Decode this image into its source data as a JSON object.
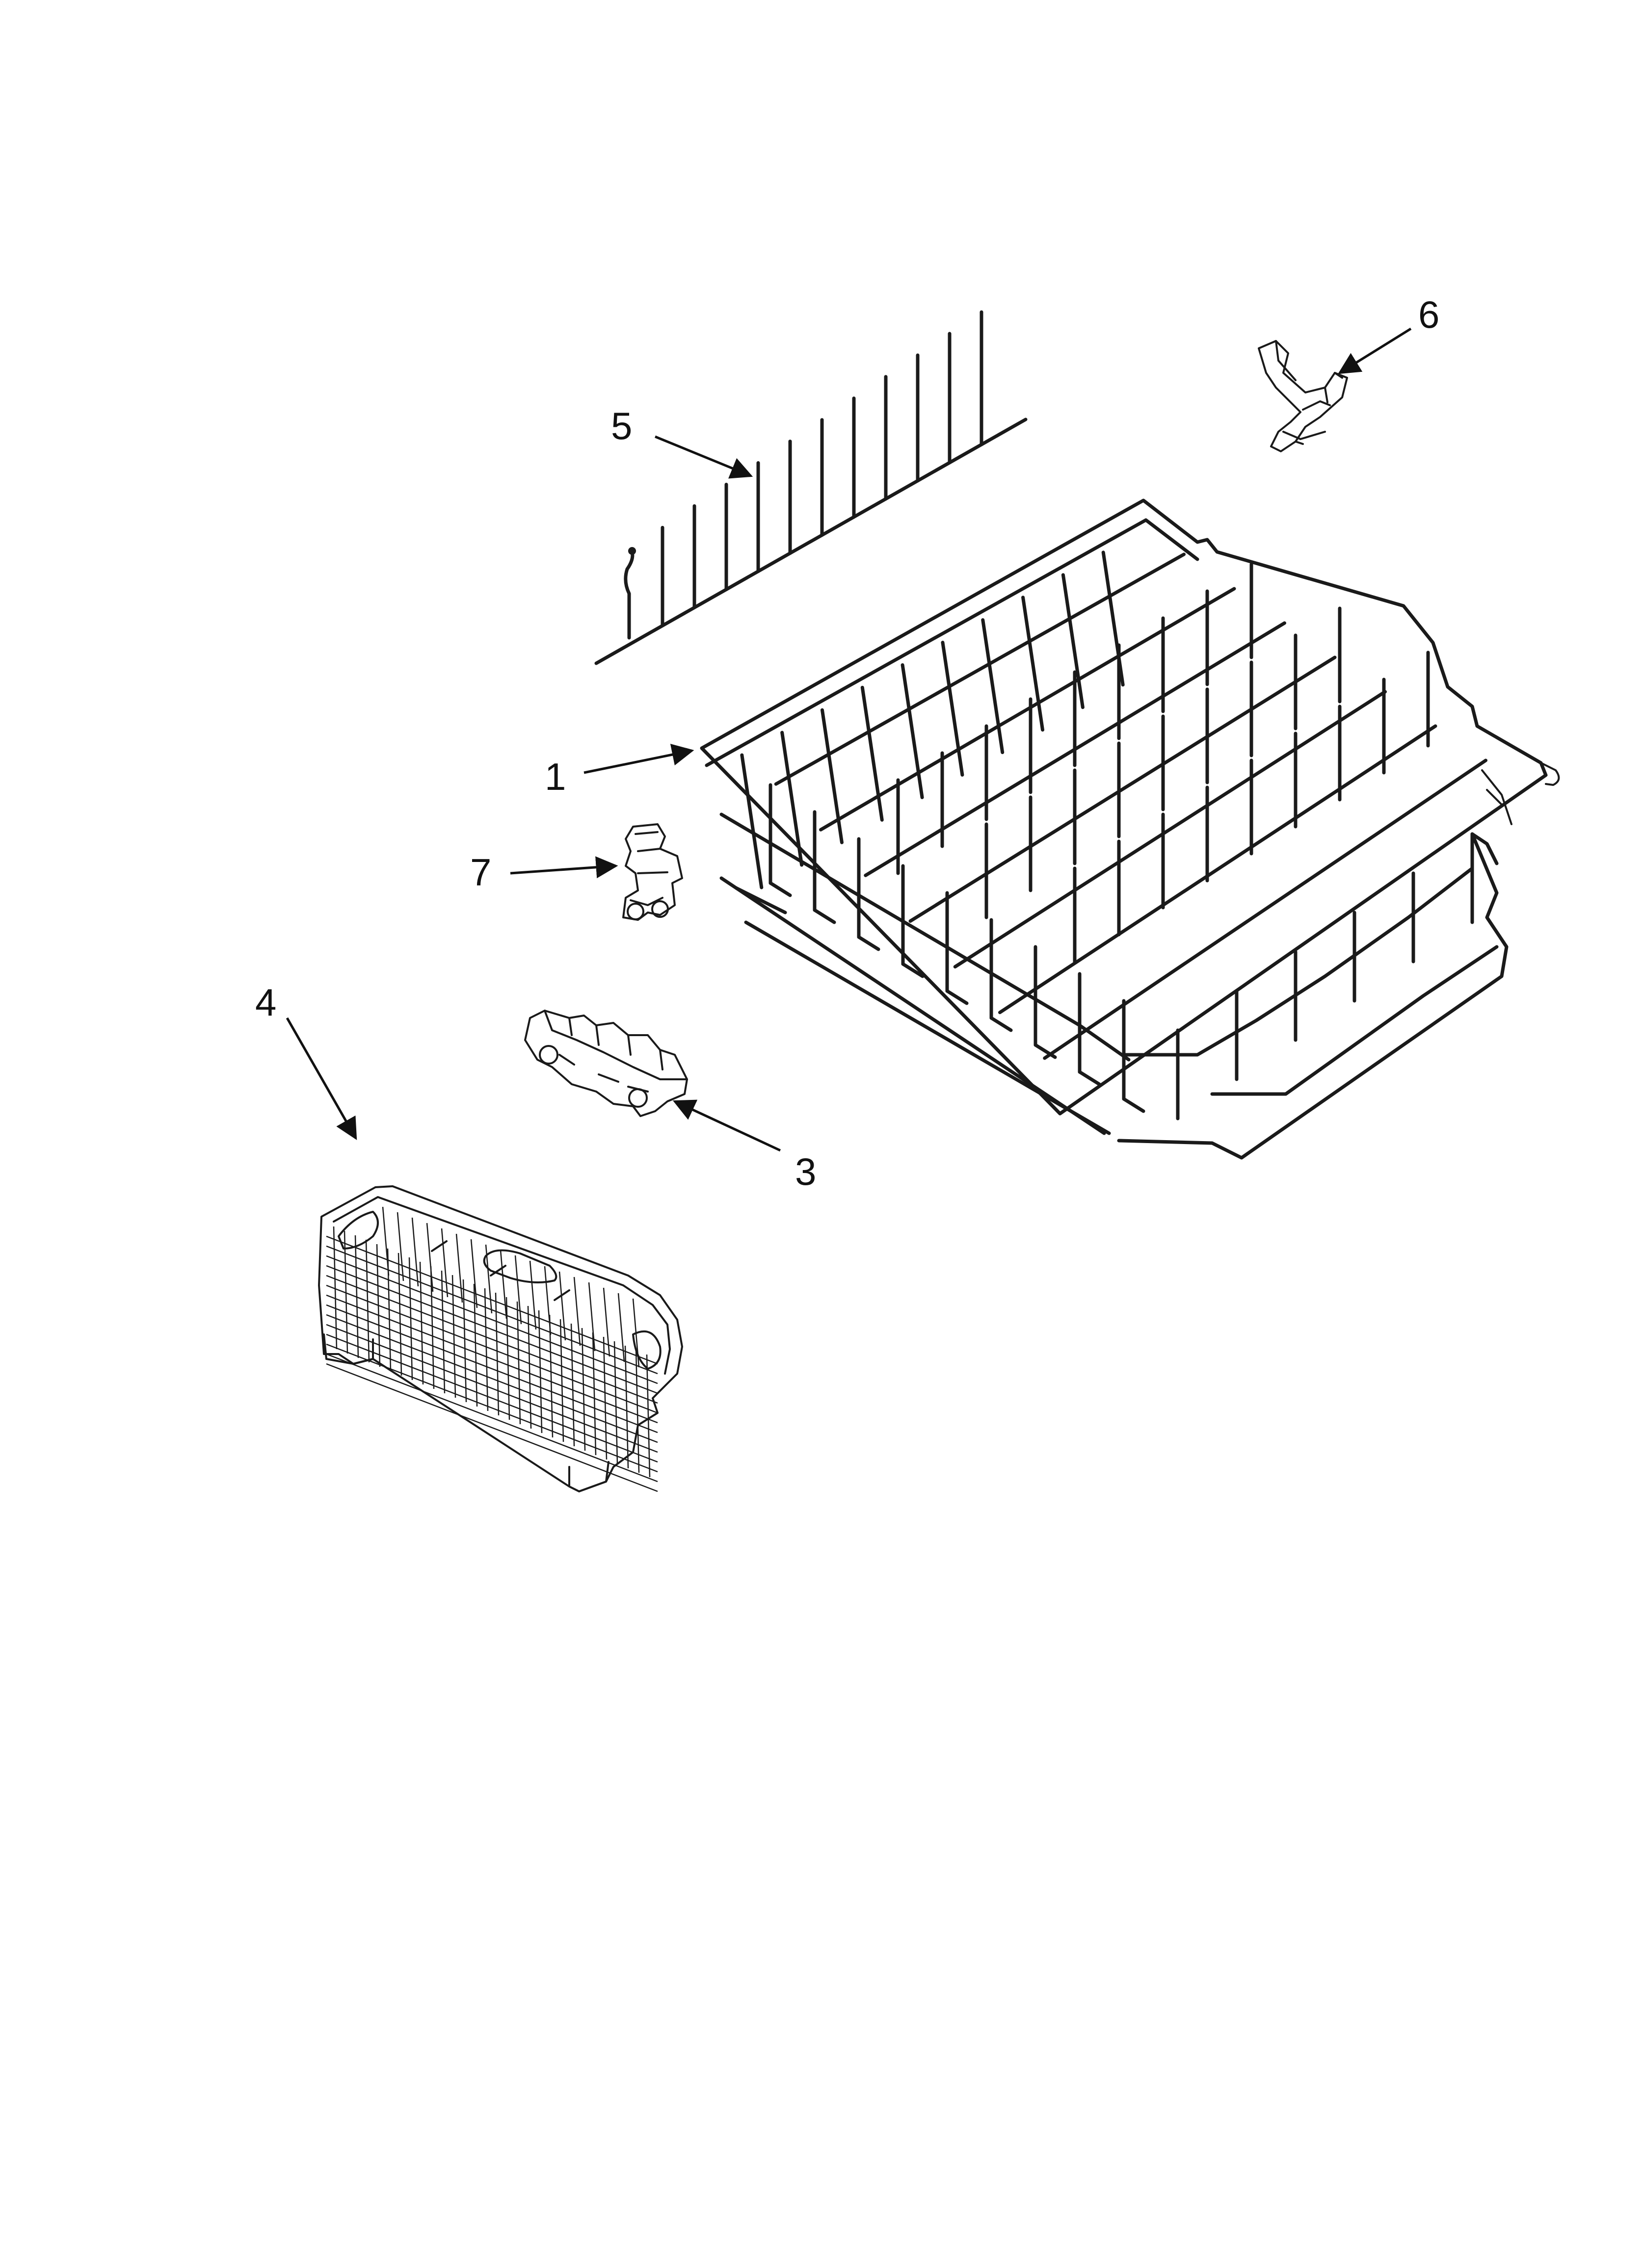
{
  "callouts": {
    "c1": "1",
    "c3": "3",
    "c4": "4",
    "c5": "5",
    "c6": "6",
    "c7": "7"
  },
  "colors": {
    "line": "#1a1a1a",
    "background": "#ffffff"
  }
}
